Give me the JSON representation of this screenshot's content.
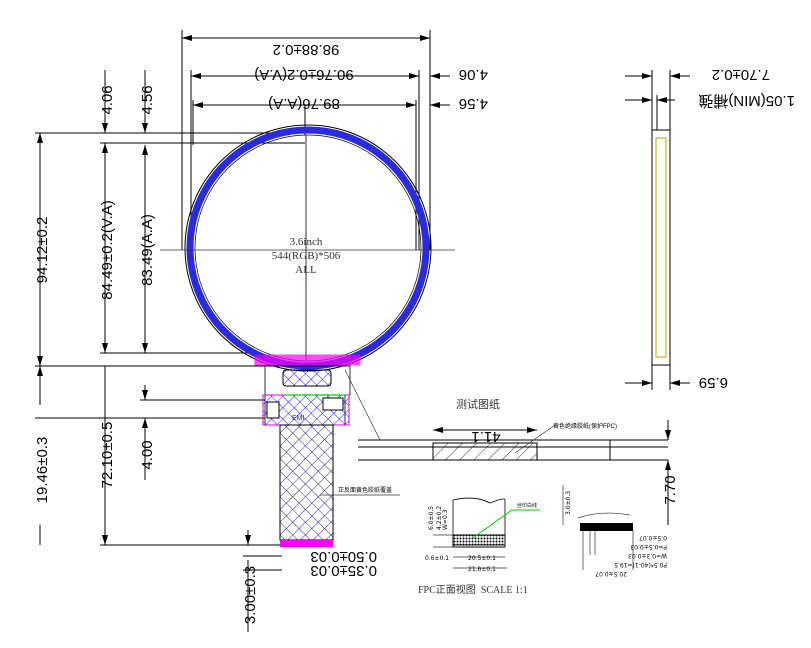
{
  "title_block": {
    "panel_label_size": "3.6inch",
    "panel_label_resolution": "544(RGB)*506",
    "panel_label_all": "ALL"
  },
  "top_dimensions": {
    "outline_width": "98.88±0.2",
    "va_width": "90.76±0.2(V.A)",
    "aa_width": "89.76(A.A)",
    "va_offset": "4.06",
    "aa_offset": "4.56"
  },
  "left_dimensions": {
    "outline_height": "94.12±0.2",
    "va_height": "84.49±0.2(V.A)",
    "aa_height": "83.49(A.A)",
    "va_top_offset": "4.06",
    "aa_top_offset": "4.56",
    "fpc_length": "19.46±0.3",
    "total_length": "72.10±0.5",
    "stiffener_length": "4.00",
    "contact_length": "3.00±0.3"
  },
  "fpc_labels": {
    "emi": "EMI",
    "stiffener_note": "正反面黄色胶纸覆盖",
    "contact_thickness_1": "0.50±0.03",
    "contact_thickness_2": "0.35±0.03"
  },
  "side_view": {
    "thickness": "7.70±0.2",
    "step": "1.05(MIN)補強",
    "bottom": "6.59"
  },
  "test_drawing": {
    "title": "测试图纸",
    "width": "41.1",
    "tape_note": "黄色绝缘胶纸(保护FPC)",
    "height": "7.70"
  },
  "fpc_front_view": {
    "caption": "FPC正面视图  SCALE 1:1",
    "silk_note": "丝印白线",
    "dims": [
      "6.0±0.5",
      "4.2±0.2",
      "W=0.3",
      "0.6±0.1",
      "20.5±0.1",
      "21.6±0.1"
    ]
  },
  "contact_detail": {
    "dims": [
      "3.0±0.3",
      "0.5±0.07",
      "P=0.5±0.03",
      "W=0.3±0.03",
      "P0.5*(40-1)=19.5",
      "20.5±0.07"
    ]
  },
  "colors": {
    "ring": "#2a2ae0",
    "fpc_outline": "#e000e0",
    "hatch": "#1a1aff",
    "contact": "#ff00ff",
    "silk_line": "#00cc00"
  }
}
